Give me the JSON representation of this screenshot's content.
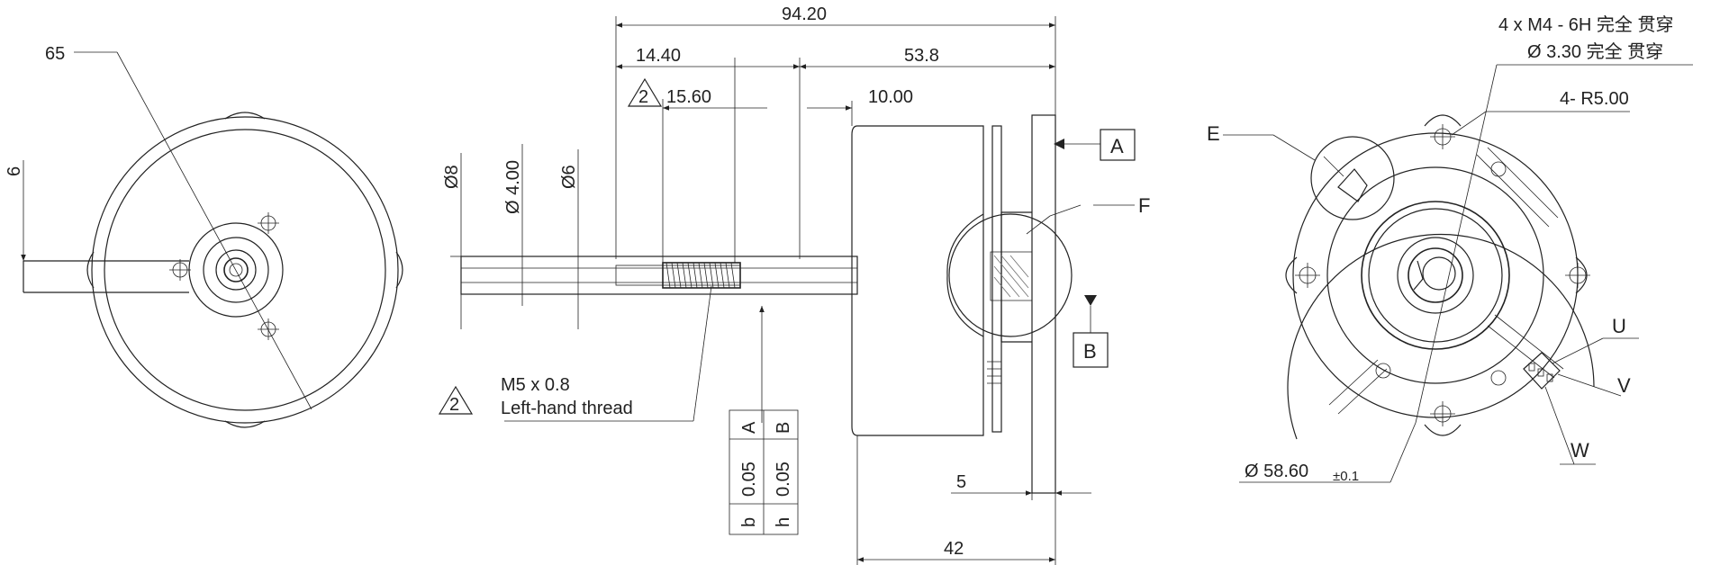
{
  "dimensions": {
    "left_diameter": "65",
    "left_height": "6",
    "overall_length": "94.20",
    "length_14": "14.40",
    "length_53": "53.8",
    "length_15": "15.60",
    "length_10": "10.00",
    "dia_8": "Ø8",
    "dia_4": "Ø 4.00",
    "dia_6": "Ø6",
    "flange_5": "5",
    "body_42": "42"
  },
  "datums": {
    "a": "A",
    "b": "B"
  },
  "note_triangle": "2",
  "thread": {
    "line1": "M5 x 0.8",
    "line2": "Left-hand thread"
  },
  "tolerance_table": {
    "row1": [
      "A",
      "B"
    ],
    "row2": [
      "0.05",
      "0.05"
    ],
    "row3": [
      "b",
      "h"
    ]
  },
  "detail_label_f": "F",
  "right_view": {
    "holes_line1": "4 x  M4 - 6H 完全      贯穿",
    "holes_line2": "Ø   3.30 完全  贯穿",
    "radius": "4- R5.00",
    "label_e": "E",
    "label_u": "U",
    "label_v": "V",
    "label_w": "W",
    "diameter": "Ø  58.60",
    "tolerance": "±0.1"
  }
}
